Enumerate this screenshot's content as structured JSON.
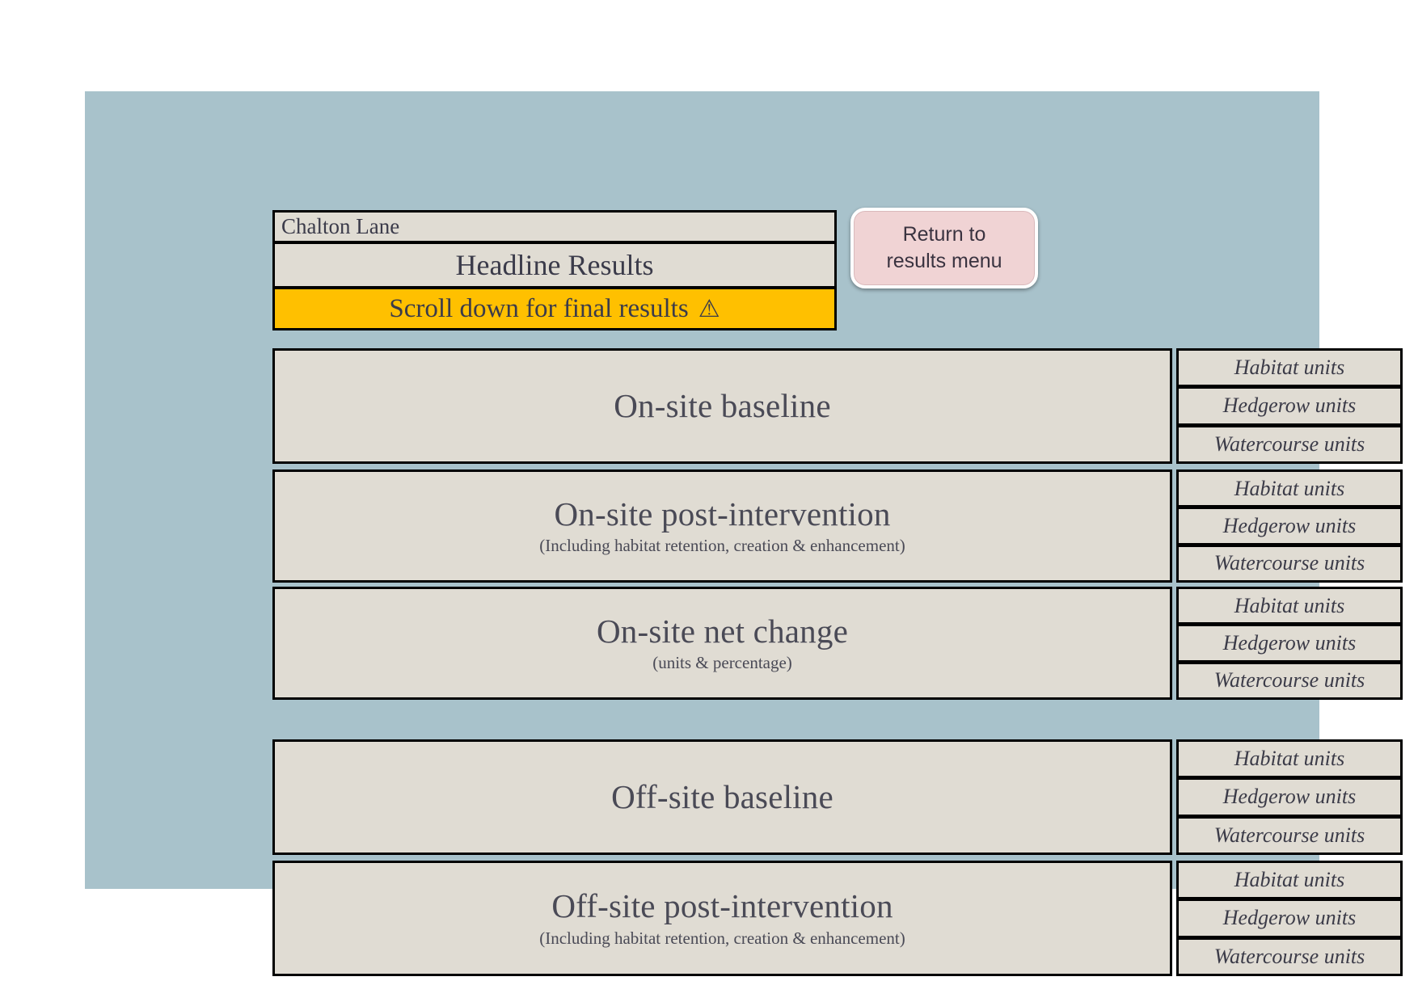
{
  "header": {
    "site_name": "Chalton Lane",
    "headline_title": "Headline Results",
    "scroll_notice": "Scroll down for final results",
    "warning_icon": "warning-triangle-icon",
    "warning_glyph": "⚠",
    "scroll_bar_color": "#ffc000"
  },
  "button": {
    "line1": "Return to",
    "line2": "results menu",
    "color": "#f0d3d4"
  },
  "unit_labels": {
    "habitat": "Habitat units",
    "hedgerow": "Hedgerow units",
    "watercourse": "Watercourse units"
  },
  "blocks": {
    "onsite_baseline": {
      "title": "On-site baseline",
      "subtitle": ""
    },
    "onsite_post": {
      "title": "On-site post-intervention",
      "subtitle": "(Including habitat retention, creation & enhancement)"
    },
    "onsite_net": {
      "title": "On-site net change",
      "subtitle": "(units & percentage)"
    },
    "offsite_baseline": {
      "title": "Off-site baseline",
      "subtitle": ""
    },
    "offsite_post": {
      "title": "Off-site post-intervention",
      "subtitle": "(Including habitat retention, creation & enhancement)"
    }
  },
  "colors": {
    "sheet_background": "#a8c2cb",
    "cell_background": "#e0dcd3",
    "border": "#000000",
    "text": "#4a4a56"
  }
}
